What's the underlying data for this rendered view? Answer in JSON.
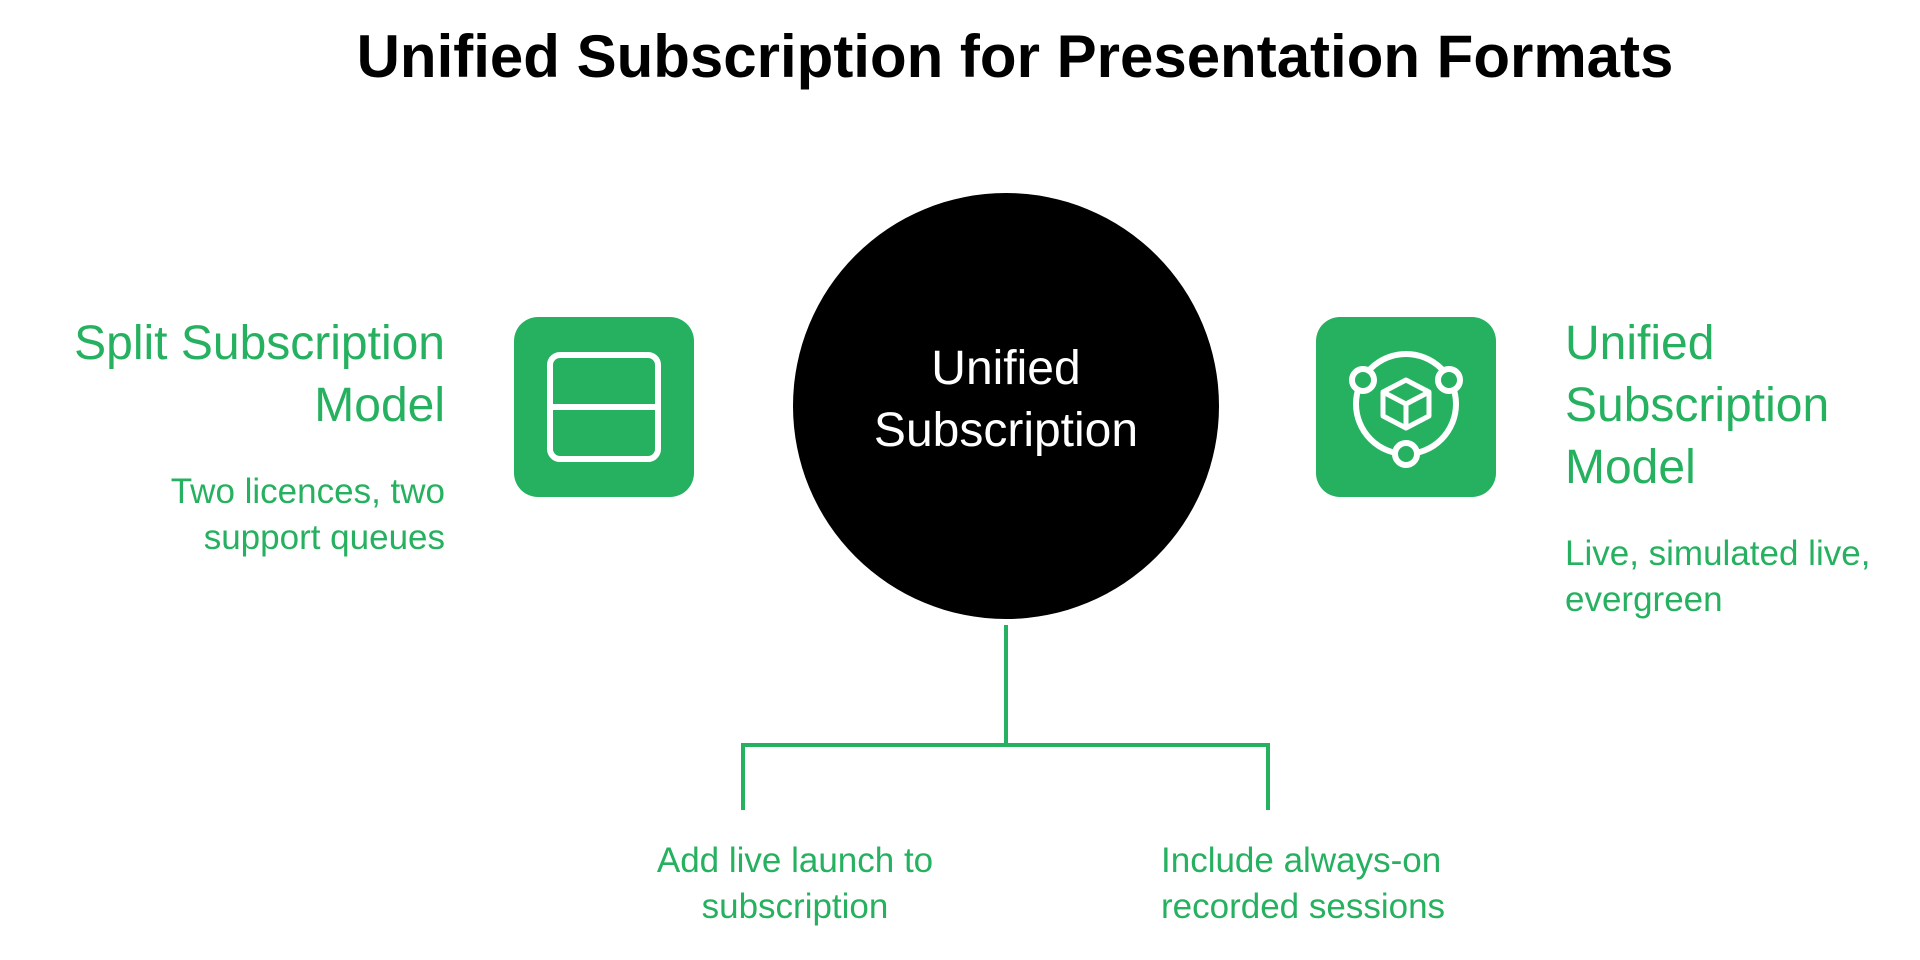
{
  "title": "Unified Subscription for Presentation Formats",
  "center": {
    "line1": "Unified",
    "line2": "Subscription"
  },
  "left": {
    "heading_line1": "Split Subscription",
    "heading_line2": "Model",
    "desc_line1": "Two licences, two",
    "desc_line2": "support queues",
    "icon": "split-panel-icon"
  },
  "right": {
    "heading_line1": "Unified",
    "heading_line2": "Subscription",
    "heading_line3": "Model",
    "desc_line1": "Live, simulated live,",
    "desc_line2": "evergreen",
    "icon": "connected-cube-icon"
  },
  "branches": {
    "left_line1": "Add live launch to",
    "left_line2": "subscription",
    "right_line1": "Include always-on",
    "right_line2": "recorded sessions"
  },
  "colors": {
    "accent": "#25b15f",
    "center": "#000000",
    "text_dark": "#000000"
  }
}
